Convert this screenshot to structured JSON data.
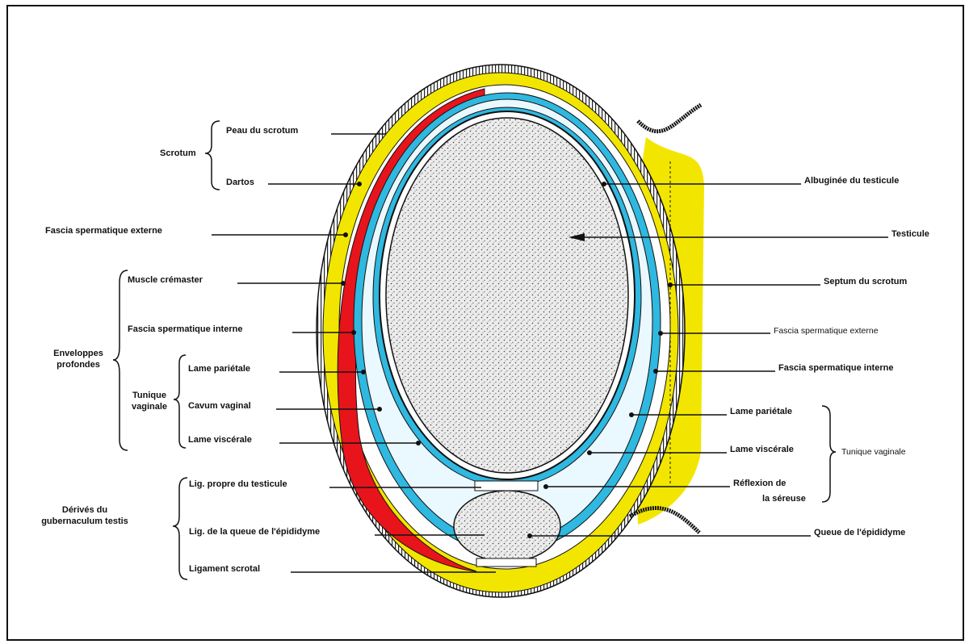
{
  "left_labels": {
    "scrotum_group": "Scrotum",
    "peau": "Peau du scrotum",
    "dartos": "Dartos",
    "fascia_ext": "Fascia spermatique externe",
    "enveloppes_group_1": "Enveloppes",
    "enveloppes_group_2": "profondes",
    "cremaster": "Muscle crémaster",
    "fascia_int": "Fascia spermatique interne",
    "tunique_group_1": "Tunique",
    "tunique_group_2": "vaginale",
    "lame_parietale": "Lame pariétale",
    "cavum": "Cavum vaginal",
    "lame_viscerale": "Lame viscérale",
    "derives_group_1": "Dérivés du",
    "derives_group_2": "gubernaculum testis",
    "lig_propre": "Lig. propre du testicule",
    "lig_queue": "Lig. de la queue de l'épididyme",
    "lig_scrotal": "Ligament scrotal"
  },
  "right_labels": {
    "albuginee": "Albuginée du testicule",
    "testicule": "Testicule",
    "septum": "Septum du scrotum",
    "fascia_ext": "Fascia spermatique externe",
    "fascia_int": "Fascia spermatique interne",
    "lame_parietale": "Lame pariétale",
    "lame_viscerale": "Lame viscérale",
    "tunique_group": "Tunique vaginale",
    "reflexion_1": "Réflexion de",
    "reflexion_2": "la séreuse",
    "queue": "Queue de l'épididyme"
  },
  "colors": {
    "skin_band": "#ffffff",
    "fat_yellow": "#f2e600",
    "muscle_red": "#e8141c",
    "serosa_blue": "#2fb8e0",
    "testis_fill": "#e9e9e9",
    "outline": "#111111"
  }
}
